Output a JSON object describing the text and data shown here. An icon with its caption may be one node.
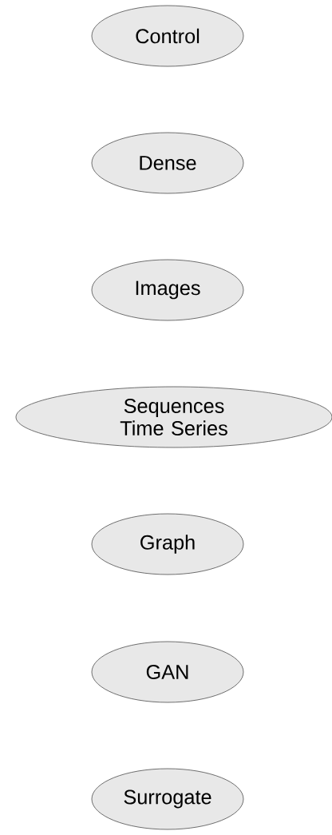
{
  "diagram": {
    "nodes": [
      {
        "text": [
          "Control"
        ]
      },
      {
        "text": [
          "Dense"
        ]
      },
      {
        "text": [
          "Images"
        ]
      },
      {
        "text": [
          "Sequences Time Series"
        ]
      },
      {
        "text": [
          "Graph"
        ]
      },
      {
        "text": [
          "GAN"
        ]
      },
      {
        "text": [
          "Surrogate"
        ]
      }
    ]
  }
}
